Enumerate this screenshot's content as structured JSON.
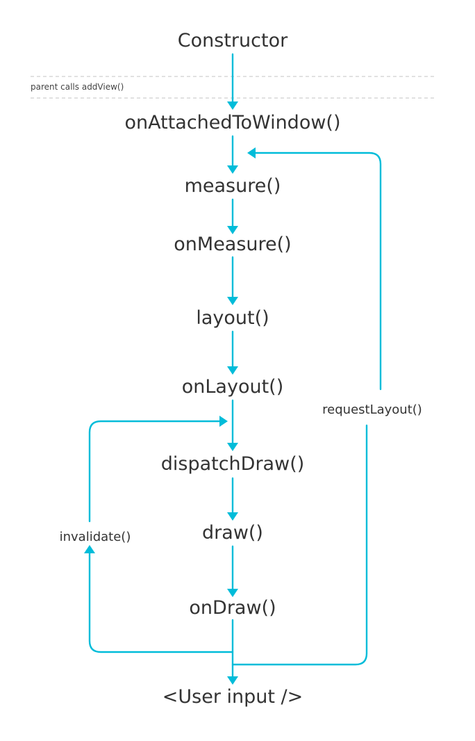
{
  "note": {
    "text": "parent calls addView()"
  },
  "nodes": [
    {
      "id": "constructor",
      "label": "Constructor"
    },
    {
      "id": "on-attached-to-window",
      "label": "onAttachedToWindow()"
    },
    {
      "id": "measure",
      "label": "measure()"
    },
    {
      "id": "on-measure",
      "label": "onMeasure()"
    },
    {
      "id": "layout",
      "label": "layout()"
    },
    {
      "id": "on-layout",
      "label": "onLayout()"
    },
    {
      "id": "dispatch-draw",
      "label": "dispatchDraw()"
    },
    {
      "id": "draw",
      "label": "draw()"
    },
    {
      "id": "on-draw",
      "label": "onDraw()"
    },
    {
      "id": "user-input",
      "label": "<User input />"
    }
  ],
  "loops": {
    "request_layout": {
      "label": "requestLayout()",
      "from": "user-input",
      "to": "on-attached-to-window"
    },
    "invalidate": {
      "label": "invalidate()",
      "from": "user-input",
      "to": "on-layout"
    }
  },
  "colors": {
    "flow": "#00bcd9",
    "text": "#333333",
    "divider": "#cfcfcf"
  }
}
